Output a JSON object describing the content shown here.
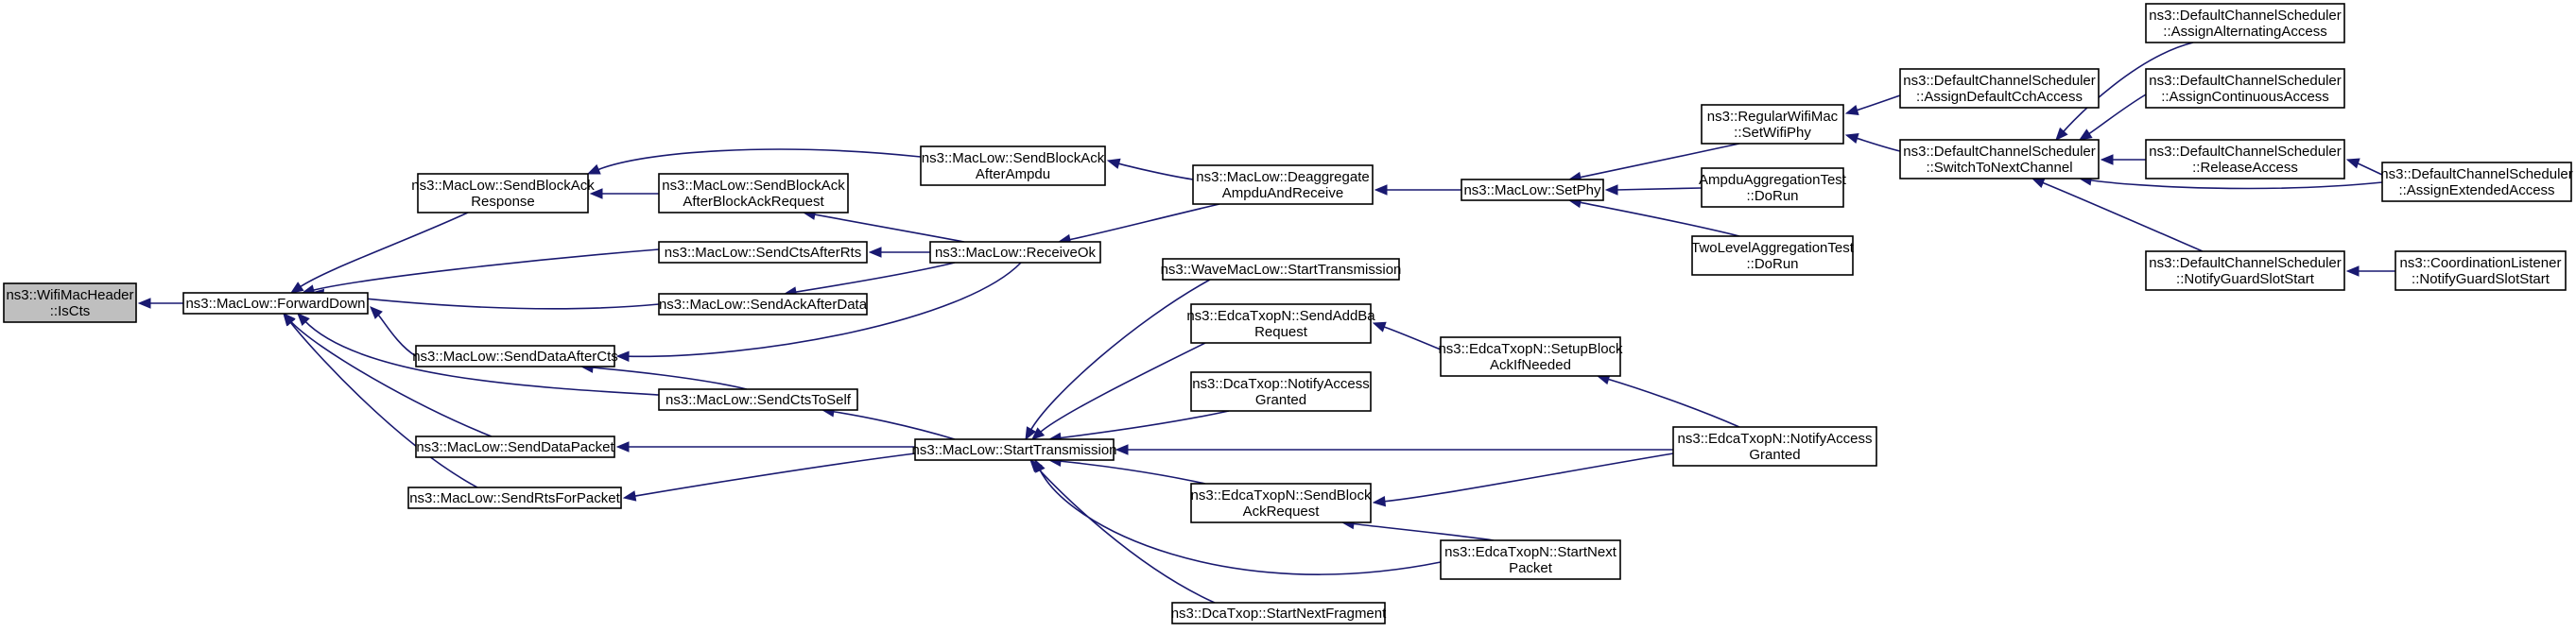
{
  "colors": {
    "edge": "#191970",
    "root_fill": "#bfbfbf",
    "node_fill": "#ffffff",
    "border": "#000000"
  },
  "nodes": [
    {
      "id": "ishdr",
      "lines": [
        "ns3::WifiMacHeader",
        "::IsCts"
      ],
      "root": true
    },
    {
      "id": "fwd",
      "lines": [
        "ns3::MacLow::ForwardDown"
      ]
    },
    {
      "id": "sbar",
      "lines": [
        "ns3::MacLow::SendBlockAck",
        "Response"
      ]
    },
    {
      "id": "scts",
      "lines": [
        "ns3::MacLow::SendCtsAfterRts"
      ]
    },
    {
      "id": "sack",
      "lines": [
        "ns3::MacLow::SendAckAfterData"
      ]
    },
    {
      "id": "sdac",
      "lines": [
        "ns3::MacLow::SendDataAfterCts"
      ]
    },
    {
      "id": "sdp",
      "lines": [
        "ns3::MacLow::SendDataPacket"
      ]
    },
    {
      "id": "srfp",
      "lines": [
        "ns3::MacLow::SendRtsForPacket"
      ]
    },
    {
      "id": "sbaabr",
      "lines": [
        "ns3::MacLow::SendBlockAck",
        "AfterBlockAckRequest"
      ]
    },
    {
      "id": "sctsself",
      "lines": [
        "ns3::MacLow::SendCtsToSelf"
      ]
    },
    {
      "id": "sbaaa",
      "lines": [
        "ns3::MacLow::SendBlockAck",
        "AfterAmpdu"
      ]
    },
    {
      "id": "rok",
      "lines": [
        "ns3::MacLow::ReceiveOk"
      ]
    },
    {
      "id": "st",
      "lines": [
        "ns3::MacLow::StartTransmission"
      ]
    },
    {
      "id": "dar",
      "lines": [
        "ns3::MacLow::Deaggregate",
        "AmpduAndReceive"
      ]
    },
    {
      "id": "wst",
      "lines": [
        "ns3::WaveMacLow::StartTransmission"
      ]
    },
    {
      "id": "esab",
      "lines": [
        "ns3::EdcaTxopN::SendAddBa",
        "Request"
      ]
    },
    {
      "id": "dna",
      "lines": [
        "ns3::DcaTxop::NotifyAccess",
        "Granted"
      ]
    },
    {
      "id": "esbar",
      "lines": [
        "ns3::EdcaTxopN::SendBlock",
        "AckRequest"
      ]
    },
    {
      "id": "dsnf",
      "lines": [
        "ns3::DcaTxop::StartNextFragment"
      ]
    },
    {
      "id": "setphy",
      "lines": [
        "ns3::MacLow::SetPhy"
      ]
    },
    {
      "id": "esbin",
      "lines": [
        "ns3::EdcaTxopN::SetupBlock",
        "AckIfNeeded"
      ]
    },
    {
      "id": "esnp",
      "lines": [
        "ns3::EdcaTxopN::StartNext",
        "Packet"
      ]
    },
    {
      "id": "rwm",
      "lines": [
        "ns3::RegularWifiMac",
        "::SetWifiPhy"
      ]
    },
    {
      "id": "aat",
      "lines": [
        "AmpduAggregationTest",
        "::DoRun"
      ]
    },
    {
      "id": "tlat",
      "lines": [
        "TwoLevelAggregationTest",
        "::DoRun"
      ]
    },
    {
      "id": "enag",
      "lines": [
        "ns3::EdcaTxopN::NotifyAccess",
        "Granted"
      ]
    },
    {
      "id": "adca",
      "lines": [
        "ns3::DefaultChannelScheduler",
        "::AssignDefaultCchAccess"
      ]
    },
    {
      "id": "stnc",
      "lines": [
        "ns3::DefaultChannelScheduler",
        "::SwitchToNextChannel"
      ]
    },
    {
      "id": "ngss",
      "lines": [
        "ns3::DefaultChannelScheduler",
        "::NotifyGuardSlotStart"
      ]
    },
    {
      "id": "aaa",
      "lines": [
        "ns3::DefaultChannelScheduler",
        "::AssignAlternatingAccess"
      ]
    },
    {
      "id": "aca",
      "lines": [
        "ns3::DefaultChannelScheduler",
        "::AssignContinuousAccess"
      ]
    },
    {
      "id": "ra",
      "lines": [
        "ns3::DefaultChannelScheduler",
        "::ReleaseAccess"
      ]
    },
    {
      "id": "aea",
      "lines": [
        "ns3::DefaultChannelScheduler",
        "::AssignExtendedAccess"
      ]
    },
    {
      "id": "clngss",
      "lines": [
        "ns3::CoordinationListener",
        "::NotifyGuardSlotStart"
      ]
    }
  ],
  "edges": [
    {
      "from": "fwd",
      "to": "ishdr"
    },
    {
      "from": "sbar",
      "to": "fwd"
    },
    {
      "from": "scts",
      "to": "fwd"
    },
    {
      "from": "sack",
      "to": "fwd"
    },
    {
      "from": "sdac",
      "to": "fwd"
    },
    {
      "from": "sctsself",
      "to": "fwd"
    },
    {
      "from": "sdp",
      "to": "fwd"
    },
    {
      "from": "srfp",
      "to": "fwd"
    },
    {
      "from": "sbaaa",
      "to": "sbar"
    },
    {
      "from": "sbaabr",
      "to": "sbar"
    },
    {
      "from": "rok",
      "to": "sbaabr"
    },
    {
      "from": "rok",
      "to": "scts"
    },
    {
      "from": "rok",
      "to": "sack"
    },
    {
      "from": "rok",
      "to": "sdac"
    },
    {
      "from": "sctsself",
      "to": "sdac"
    },
    {
      "from": "st",
      "to": "sctsself"
    },
    {
      "from": "st",
      "to": "sdp"
    },
    {
      "from": "st",
      "to": "srfp"
    },
    {
      "from": "dar",
      "to": "sbaaa"
    },
    {
      "from": "dar",
      "to": "rok"
    },
    {
      "from": "setphy",
      "to": "dar"
    },
    {
      "from": "wst",
      "to": "st"
    },
    {
      "from": "esab",
      "to": "st"
    },
    {
      "from": "dna",
      "to": "st"
    },
    {
      "from": "esbar",
      "to": "st"
    },
    {
      "from": "dsnf",
      "to": "st"
    },
    {
      "from": "enag",
      "to": "st"
    },
    {
      "from": "esnp",
      "to": "st"
    },
    {
      "from": "esbin",
      "to": "esab"
    },
    {
      "from": "enag",
      "to": "esbin"
    },
    {
      "from": "enag",
      "to": "esbar"
    },
    {
      "from": "esnp",
      "to": "esbar"
    },
    {
      "from": "rwm",
      "to": "setphy"
    },
    {
      "from": "aat",
      "to": "setphy"
    },
    {
      "from": "tlat",
      "to": "setphy"
    },
    {
      "from": "adca",
      "to": "rwm"
    },
    {
      "from": "stnc",
      "to": "rwm"
    },
    {
      "from": "aaa",
      "to": "stnc"
    },
    {
      "from": "aca",
      "to": "stnc"
    },
    {
      "from": "ra",
      "to": "stnc"
    },
    {
      "from": "aea",
      "to": "stnc"
    },
    {
      "from": "ngss",
      "to": "stnc"
    },
    {
      "from": "aea",
      "to": "ra"
    },
    {
      "from": "clngss",
      "to": "ngss"
    }
  ]
}
